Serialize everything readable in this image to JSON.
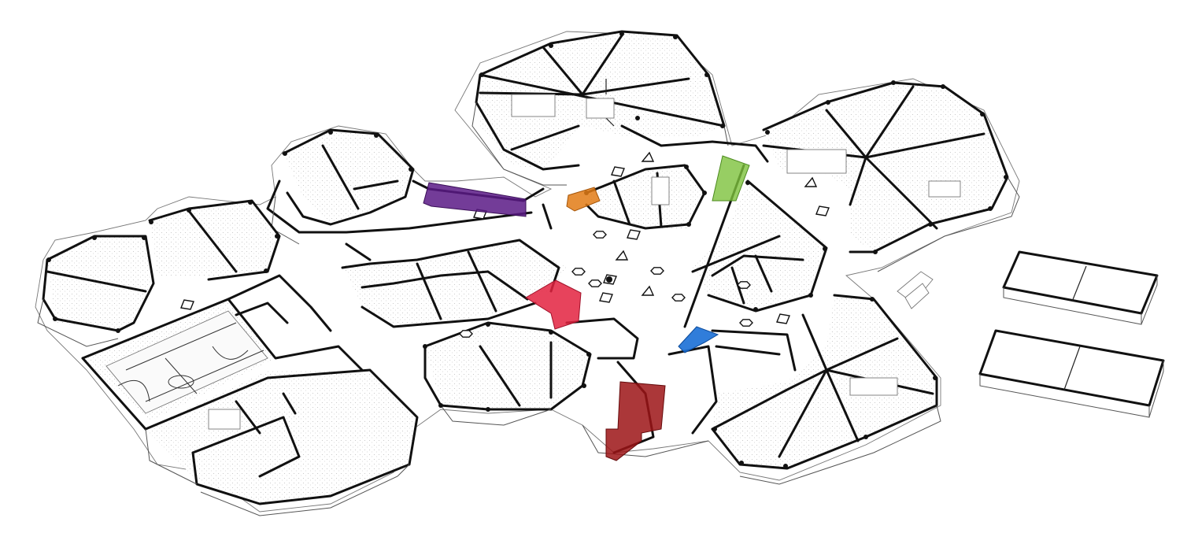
{
  "colors": {
    "background": "#ffffff",
    "wall": "#111111",
    "floor_texture": "#bdbdbd"
  },
  "highlights": [
    {
      "name": "purple-connector",
      "color": "#5b1a86"
    },
    {
      "name": "orange-connector",
      "color": "#e27b15"
    },
    {
      "name": "green-connector",
      "color": "#7dc23c"
    },
    {
      "name": "red-connector",
      "color": "#e3223f"
    },
    {
      "name": "blue-connector",
      "color": "#1a6fd6"
    },
    {
      "name": "darkred-entrance",
      "color": "#9c1416"
    }
  ]
}
